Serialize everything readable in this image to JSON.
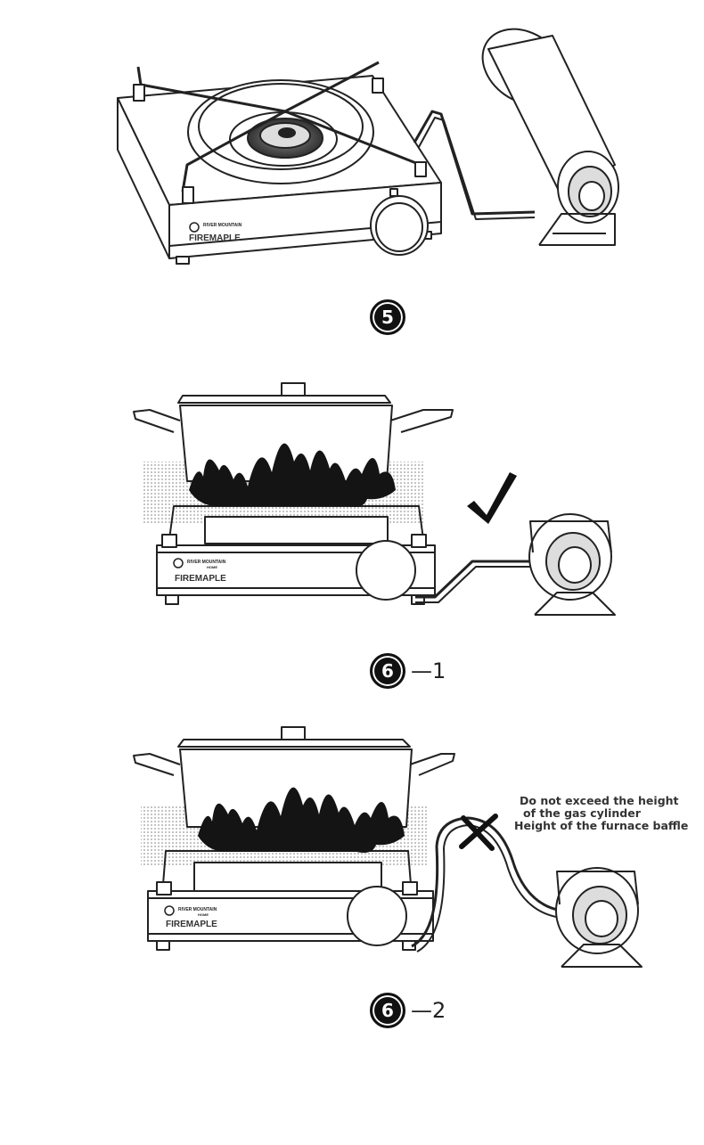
{
  "brand": {
    "name": "FIREMAPLE",
    "tagline_line1": "RIVER MOUNTAIN",
    "tagline_line2": "HOME"
  },
  "steps": {
    "step5": {
      "number": "5",
      "suffix": ""
    },
    "step6_1": {
      "number": "6",
      "suffix": "—1"
    },
    "step6_2": {
      "number": "6",
      "suffix": "—2"
    }
  },
  "warning": {
    "line1": "Do not exceed the height",
    "line2": "of the gas cylinder",
    "line3": "Height of the furnace baffle"
  },
  "icons": {
    "correct": "check-mark-icon",
    "incorrect": "cross-mark-icon"
  },
  "colors": {
    "line": "#222222",
    "flame": "#141414",
    "background": "#ffffff"
  }
}
